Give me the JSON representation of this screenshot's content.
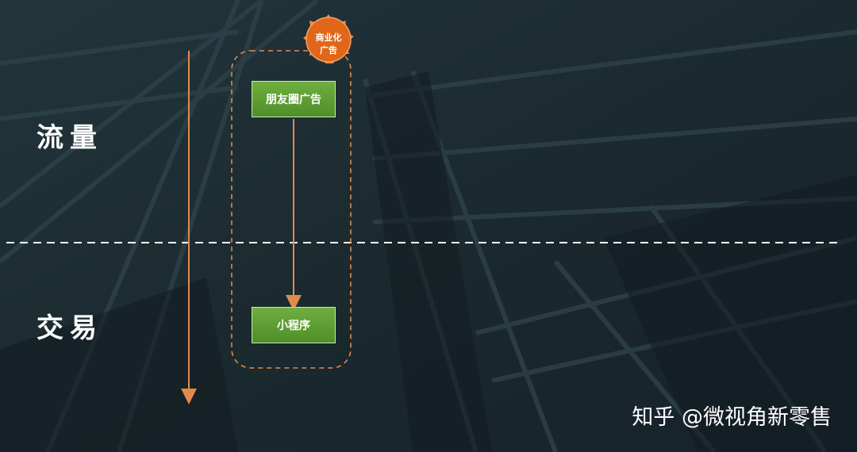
{
  "zones": {
    "top_label": "流量",
    "bottom_label": "交易"
  },
  "badge": {
    "line1": "商业化",
    "line2": "广告"
  },
  "nodes": {
    "moments_ad": "朋友圈广告",
    "mini_program": "小程序"
  },
  "watermark": "知乎 @微视角新零售",
  "colors": {
    "background": "#1c2b30",
    "arrow": "#e08a4c",
    "badge": "#e2661a",
    "node_fill": "#5a9c33",
    "divider": "#ffffff"
  }
}
